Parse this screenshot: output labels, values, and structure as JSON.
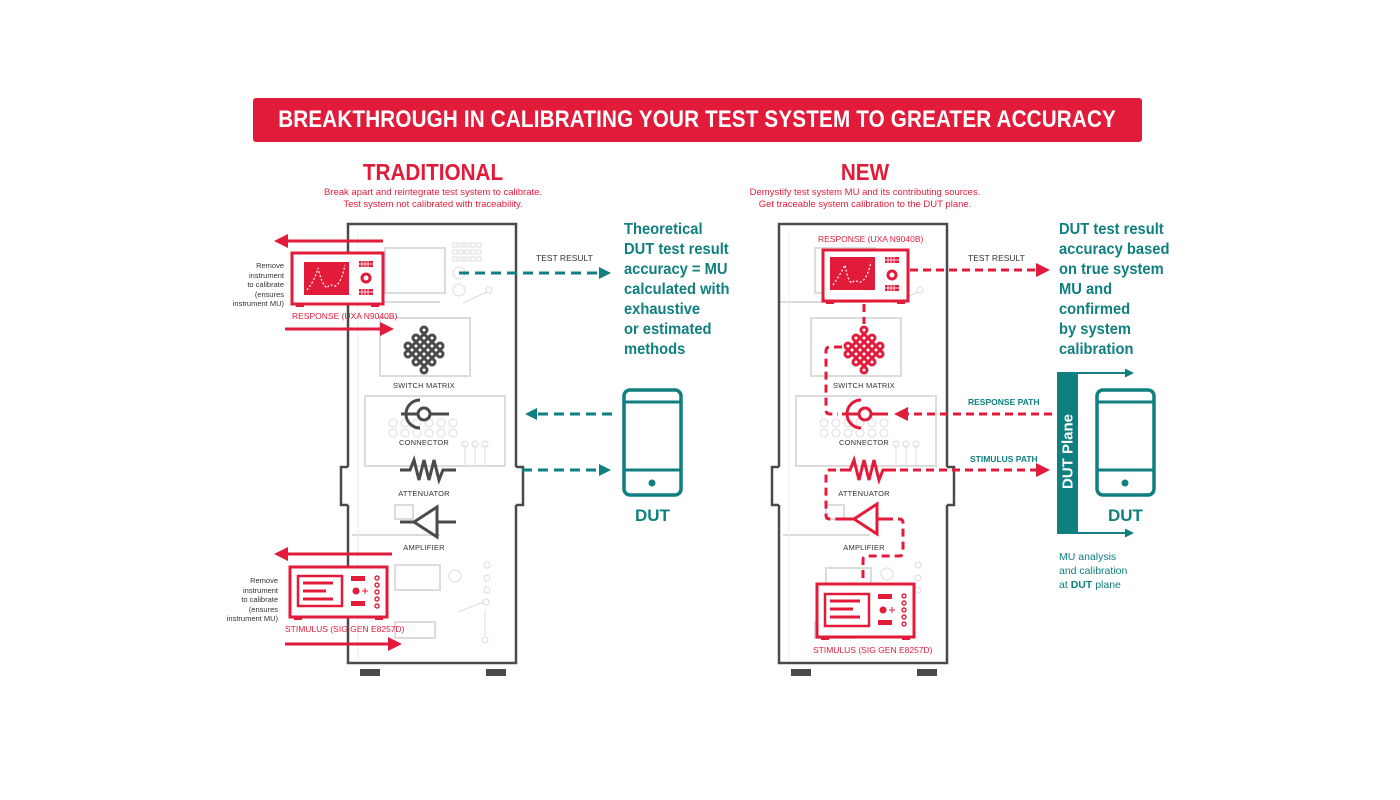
{
  "banner": {
    "title": "BREAKTHROUGH IN CALIBRATING YOUR TEST SYSTEM TO GREATER ACCURACY"
  },
  "colors": {
    "red": "#e31b3b",
    "teal": "#0f7f80",
    "rack": "#4a4a4a",
    "faint": "#dcdcdc"
  },
  "traditional": {
    "title": "TRADITIONAL",
    "subtitle_line1": "Break apart and reintegrate test system to calibrate.",
    "subtitle_line2": "Test system not calibrated with traceability.",
    "response_label": "RESPONSE (UXA N9040B)",
    "stimulus_label": "STIMULUS (SIG GEN E8257D)",
    "remove_note_top": [
      "Remove",
      "instrument",
      "to calibrate",
      "(ensures",
      "instrument MU)"
    ],
    "remove_note_bottom": [
      "Remove",
      "instrument",
      "to calibrate",
      "(ensures",
      "instrument MU)"
    ],
    "components": {
      "switch_matrix": "SWITCH MATRIX",
      "connector": "CONNECTOR",
      "attenuator": "ATTENUATOR",
      "amplifier": "AMPLIFIER"
    },
    "test_result_label": "TEST RESULT",
    "result_text": [
      "Theoretical",
      "DUT test result",
      "accuracy = MU",
      "calculated with",
      "exhaustive",
      "or estimated",
      "methods"
    ],
    "dut_label": "DUT"
  },
  "new": {
    "title": "NEW",
    "subtitle_line1": "Demystify test system MU and its contributing sources.",
    "subtitle_line2": "Get traceable system calibration to the DUT plane.",
    "response_label": "RESPONSE (UXA N9040B)",
    "stimulus_label": "STIMULUS (SIG GEN E8257D)",
    "components": {
      "switch_matrix": "SWITCH MATRIX",
      "connector": "CONNECTOR",
      "attenuator": "ATTENUATOR",
      "amplifier": "AMPLIFIER"
    },
    "test_result_label": "TEST RESULT",
    "response_path_label": "RESPONSE PATH",
    "stimulus_path_label": "STIMULUS PATH",
    "result_text_bold": "DUT",
    "result_text_first_rest": " test result",
    "result_text": [
      "accuracy based",
      "on true system",
      "MU and",
      "confirmed",
      "by system",
      "calibration"
    ],
    "dut_plane_label": "DUT Plane",
    "dut_label": "DUT",
    "mu_note": {
      "line1": "MU analysis",
      "line2": "and calibration",
      "line3_prefix": "at ",
      "line3_bold": "DUT",
      "line3_suffix": " plane"
    }
  }
}
